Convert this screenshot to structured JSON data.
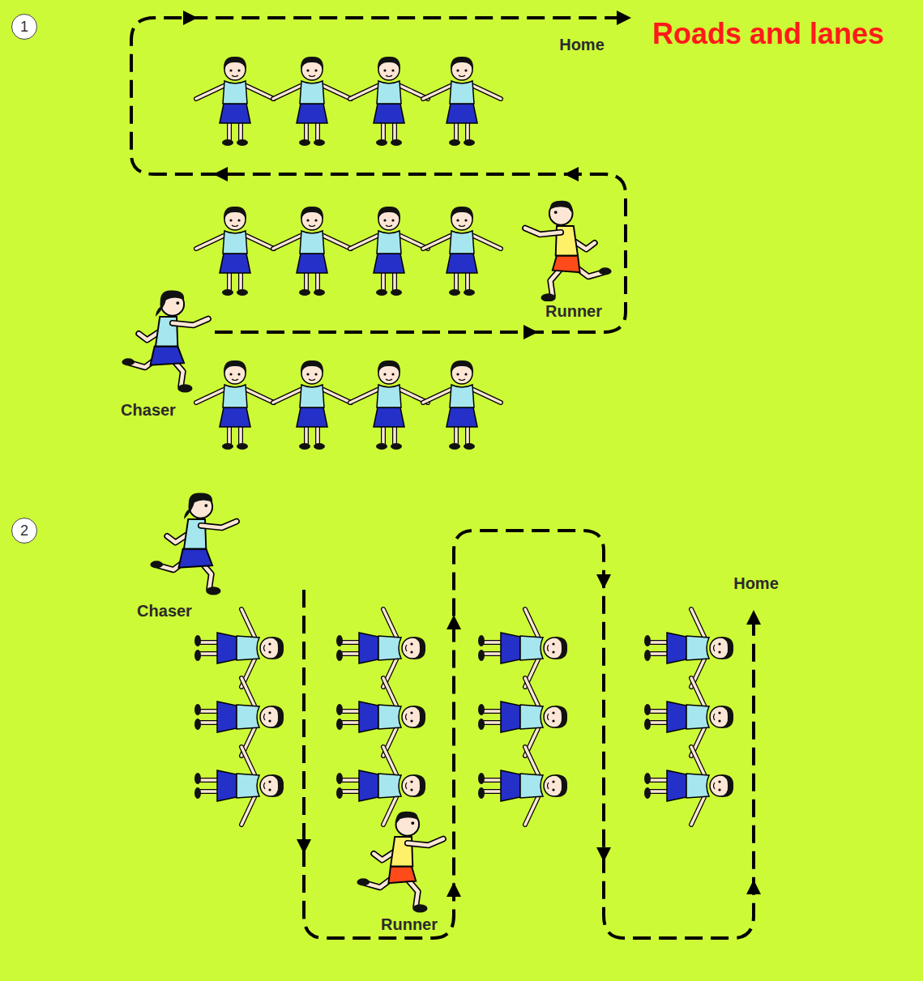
{
  "diagram": {
    "title": "Roads and lanes",
    "nodes": [
      {
        "text": [
          "1"
        ]
      },
      {
        "text": [
          "2"
        ]
      }
    ],
    "labels": [
      "Home",
      "Runner",
      "Chaser",
      "Chaser",
      "Home",
      "Runner"
    ]
  }
}
